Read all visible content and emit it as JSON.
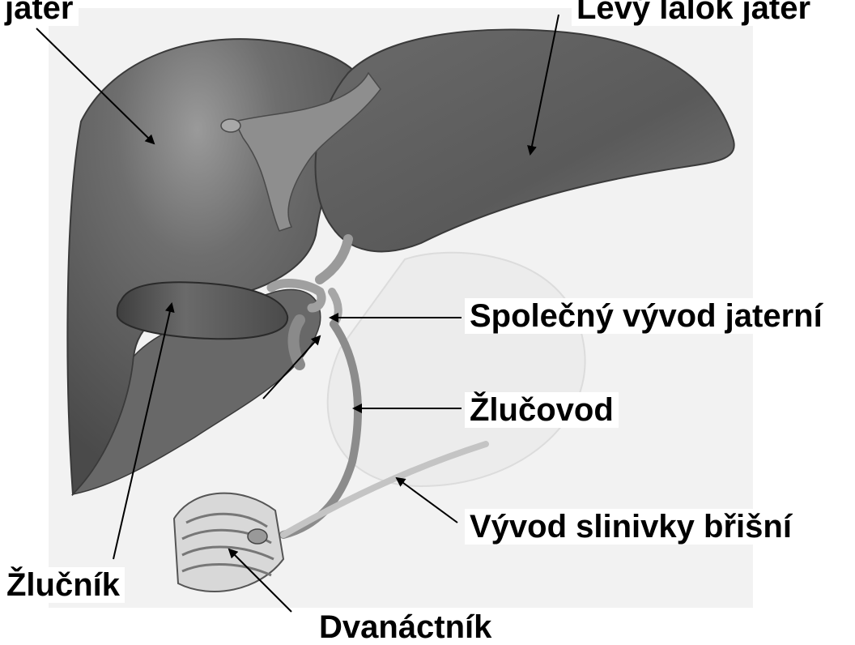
{
  "labels": {
    "right_lobe": "jater",
    "left_lobe": "Levý lalok jater",
    "common_hepatic_duct": "Společný vývod jaterní",
    "bile_duct": "Žlučovod",
    "pancreatic_duct": "Vývod slinivky břišní",
    "gallbladder": "Žlučník",
    "duodenum": "Dvanáctník"
  },
  "colors": {
    "liver_dark": "#5a5a5a",
    "liver_mid": "#7a7a7a",
    "liver_light": "#9a9a9a",
    "duct": "#8c8c8c",
    "arrow": "#000000"
  }
}
